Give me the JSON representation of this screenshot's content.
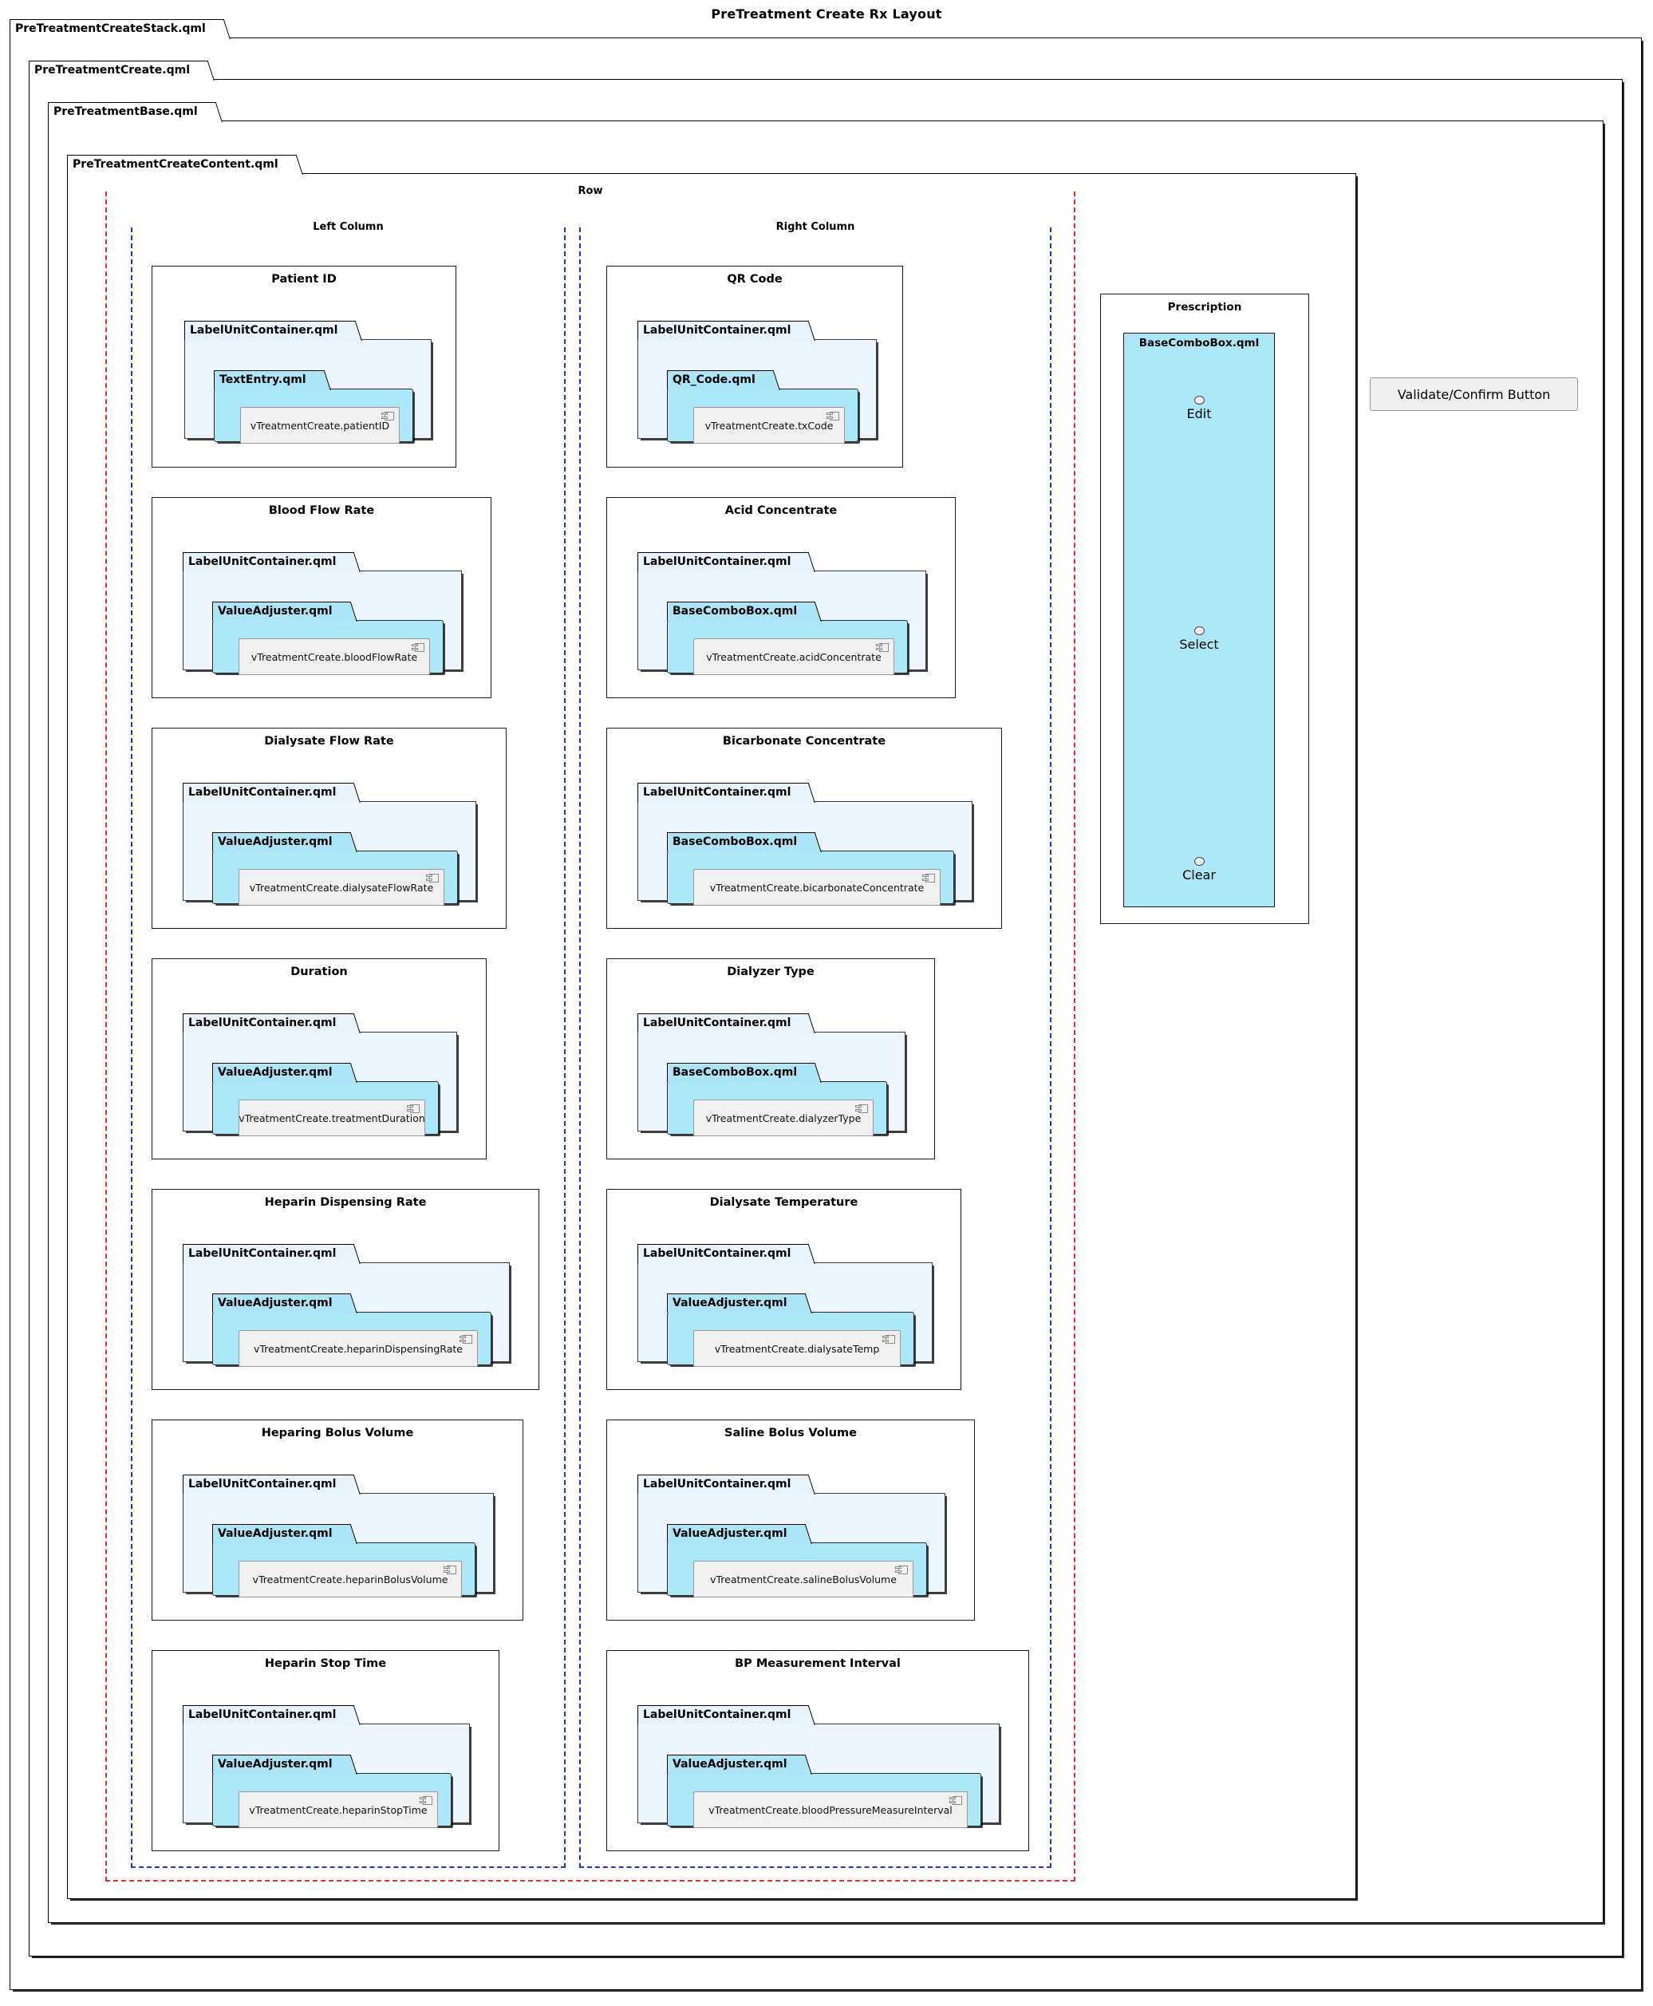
{
  "title": "PreTreatment Create Rx Layout",
  "packages": {
    "stack": "PreTreatmentCreateStack.qml",
    "create": "PreTreatmentCreate.qml",
    "base": "PreTreatmentBase.qml",
    "content": "PreTreatmentCreateContent.qml"
  },
  "frames": {
    "row": "Row",
    "left_column": "Left Column",
    "right_column": "Right Column"
  },
  "left_column_fields": [
    {
      "title": "Patient ID",
      "container": "LabelUnitContainer.qml",
      "control": "TextEntry.qml",
      "binding": "vTreatmentCreate.patientID"
    },
    {
      "title": "Blood Flow Rate",
      "container": "LabelUnitContainer.qml",
      "control": "ValueAdjuster.qml",
      "binding": "vTreatmentCreate.bloodFlowRate"
    },
    {
      "title": "Dialysate Flow Rate",
      "container": "LabelUnitContainer.qml",
      "control": "ValueAdjuster.qml",
      "binding": "vTreatmentCreate.dialysateFlowRate"
    },
    {
      "title": "Duration",
      "container": "LabelUnitContainer.qml",
      "control": "ValueAdjuster.qml",
      "binding": "vTreatmentCreate.treatmentDuration"
    },
    {
      "title": "Heparin Dispensing Rate",
      "container": "LabelUnitContainer.qml",
      "control": "ValueAdjuster.qml",
      "binding": "vTreatmentCreate.heparinDispensingRate"
    },
    {
      "title": "Heparing Bolus Volume",
      "container": "LabelUnitContainer.qml",
      "control": "ValueAdjuster.qml",
      "binding": "vTreatmentCreate.heparinBolusVolume"
    },
    {
      "title": "Heparin Stop Time",
      "container": "LabelUnitContainer.qml",
      "control": "ValueAdjuster.qml",
      "binding": "vTreatmentCreate.heparinStopTime"
    }
  ],
  "right_column_fields": [
    {
      "title": "QR Code",
      "container": "LabelUnitContainer.qml",
      "control": "QR_Code.qml",
      "binding": "vTreatmentCreate.txCode"
    },
    {
      "title": "Acid Concentrate",
      "container": "LabelUnitContainer.qml",
      "control": "BaseComboBox.qml",
      "binding": "vTreatmentCreate.acidConcentrate"
    },
    {
      "title": "Bicarbonate Concentrate",
      "container": "LabelUnitContainer.qml",
      "control": "BaseComboBox.qml",
      "binding": "vTreatmentCreate.bicarbonateConcentrate"
    },
    {
      "title": "Dialyzer Type",
      "container": "LabelUnitContainer.qml",
      "control": "BaseComboBox.qml",
      "binding": "vTreatmentCreate.dialyzerType"
    },
    {
      "title": "Dialysate Temperature",
      "container": "LabelUnitContainer.qml",
      "control": "ValueAdjuster.qml",
      "binding": "vTreatmentCreate.dialysateTemp"
    },
    {
      "title": "Saline Bolus Volume",
      "container": "LabelUnitContainer.qml",
      "control": "ValueAdjuster.qml",
      "binding": "vTreatmentCreate.salineBolusVolume"
    },
    {
      "title": "BP Measurement Interval",
      "container": "LabelUnitContainer.qml",
      "control": "ValueAdjuster.qml",
      "binding": "vTreatmentCreate.bloodPressureMeasureInterval"
    }
  ],
  "prescription": {
    "title": "Prescription",
    "control": "BaseComboBox.qml",
    "items": [
      {
        "label": "Edit"
      },
      {
        "label": "Select"
      },
      {
        "label": "Clear"
      }
    ]
  },
  "validate_button": {
    "label": "Validate/Confirm Button"
  },
  "colors": {
    "row_frame": "#E03030",
    "column_frame": "#2233DD",
    "container_fill": "#EDF6FE",
    "control_fill": "#ADE8F9",
    "component_fill": "#F0F0F0"
  }
}
